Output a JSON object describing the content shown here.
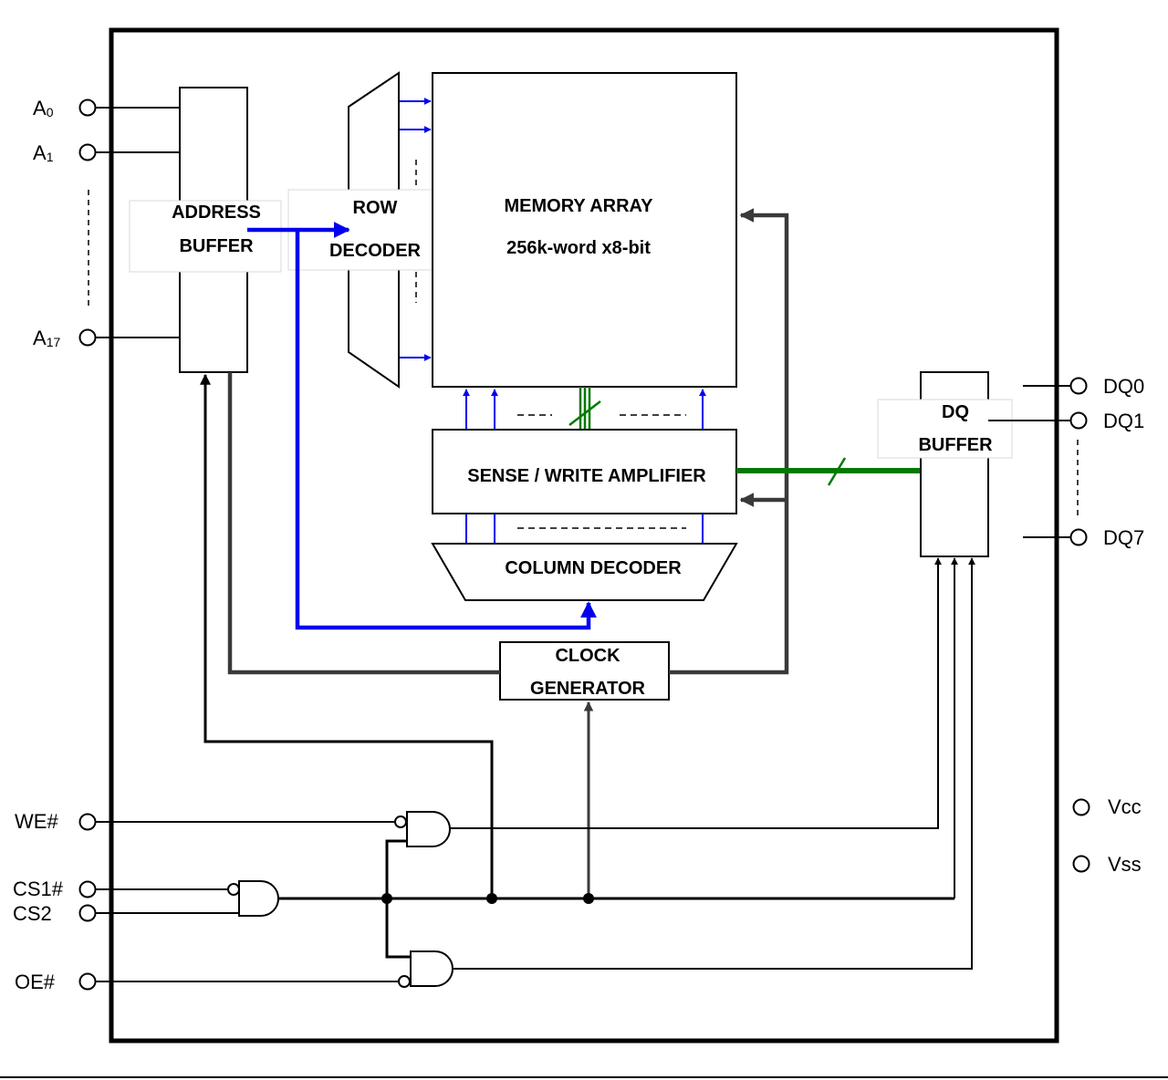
{
  "blocks": {
    "address_buffer": [
      "ADDRESS",
      "BUFFER"
    ],
    "row_decoder": [
      "ROW",
      "DECODER"
    ],
    "memory_array": [
      "MEMORY ARRAY",
      "256k-word x8-bit"
    ],
    "sense_amp": "SENSE / WRITE AMPLIFIER",
    "column_decoder": "COLUMN DECODER",
    "clock_generator": [
      "CLOCK",
      "GENERATOR"
    ],
    "dq_buffer": [
      "DQ",
      "BUFFER"
    ]
  },
  "pins": {
    "a0": {
      "base": "A",
      "sub": "0"
    },
    "a1": {
      "base": "A",
      "sub": "1"
    },
    "a17": {
      "base": "A",
      "sub": "17"
    },
    "dq0": "DQ0",
    "dq1": "DQ1",
    "dq7": "DQ7",
    "vcc": "Vcc",
    "vss": "Vss",
    "we": "WE#",
    "cs1": "CS1#",
    "cs2": "CS2",
    "oe": "OE#"
  },
  "colors": {
    "address_bus": "#0000ee",
    "data_bus": "#007a00",
    "clock_line": "#3a3a3a",
    "control_line": "#000000"
  }
}
